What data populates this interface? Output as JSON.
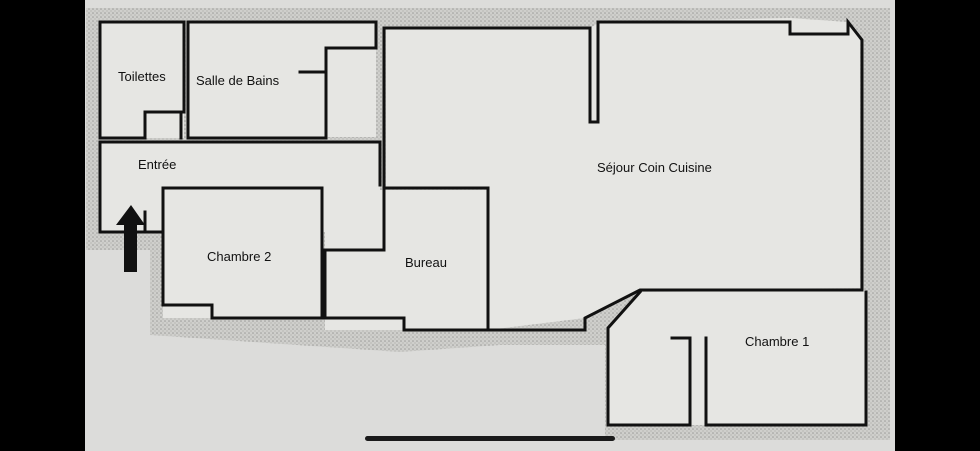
{
  "plan": {
    "rooms": {
      "toilettes": "Toilettes",
      "salle_de_bains": "Salle de Bains",
      "entree": "Entrée",
      "chambre_2": "Chambre 2",
      "bureau": "Bureau",
      "sejour": "Séjour Coin Cuisine",
      "chambre_1": "Chambre 1"
    }
  },
  "colors": {
    "wall": "#111111",
    "hatch": "#bdbdba",
    "paper": "#dcdcda",
    "floor": "#e6e6e3"
  }
}
